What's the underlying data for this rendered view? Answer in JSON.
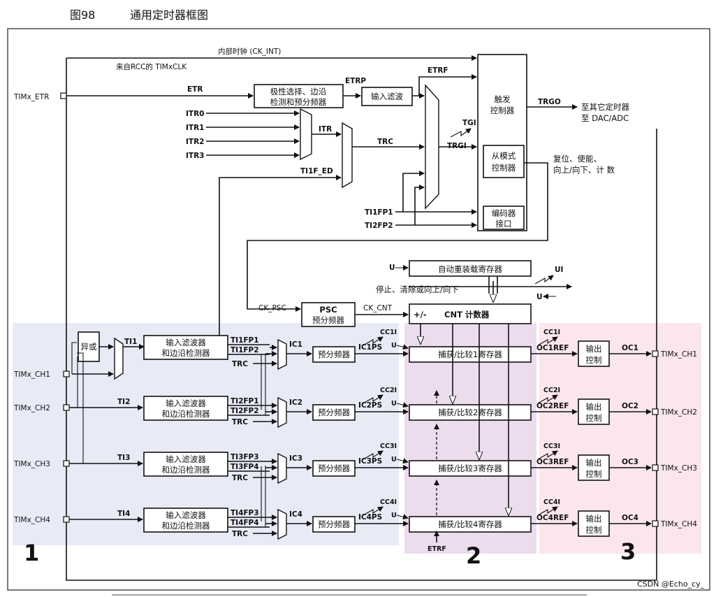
{
  "caption": {
    "fig": "图98",
    "title": "通用定时器框图"
  },
  "labels": {
    "ck_int": "内部时钟 (CK_INT)",
    "rcc": "来自RCC的 TIMxCLK",
    "timx_etr": "TIMx_ETR",
    "etr": "ETR",
    "etrp": "ETRP",
    "etrf": "ETRF",
    "etrf_bottom": "ETRF",
    "polarity_1": "极性选择、边沿",
    "polarity_2": "检测和预分频器",
    "input_filter": "输入滤波",
    "itr0": "ITR0",
    "itr1": "ITR1",
    "itr2": "ITR2",
    "itr3": "ITR3",
    "itr": "ITR",
    "ti1f_ed": "TI1F_ED",
    "trc": "TRC",
    "tgi": "TGI",
    "trgi": "TRGI",
    "ti1fp1": "TI1FP1",
    "ti2fp2": "TI2FP2",
    "trigger_1": "触发",
    "trigger_2": "控制器",
    "trgo": "TRGO",
    "to_other_1": "至其它定时器",
    "to_other_2": "至 DAC/ADC",
    "slave_1": "从模式",
    "slave_2": "控制器",
    "reset_1": "复位、使能、",
    "reset_2": "向上/向下、计 数",
    "enc_1": "编码器",
    "enc_2": "接口",
    "u": "U",
    "arr": "自动重装载寄存器",
    "ui": "UI",
    "stop": "停止、清除或向上/向下",
    "ck_psc": "CK_PSC",
    "psc_1": "PSC",
    "psc_2": "预分频器",
    "ck_cnt": "CK_CNT",
    "cnt_pm": "+/-",
    "cnt": "CNT 计数器",
    "xor": "异或",
    "ti1": "TI1",
    "watermark": "CSDN @Echo_cy_",
    "region_1": "1",
    "region_2": "2",
    "region_3": "3"
  },
  "channels": [
    {
      "pin": "TIMx_CH1",
      "ti": "TI1",
      "filt1": "输入滤波器",
      "filt2": "和边沿检测器",
      "fp_a": "TI1FP1",
      "fp_b": "TI1FP2",
      "trc": "TRC",
      "ic": "IC1",
      "presc": "预分频器",
      "icps": "IC1PS",
      "cci": "CC1I",
      "u": "U",
      "cc": "捕获/比较1寄存器",
      "ccref": "OC1REF",
      "oc_ctrl1": "输出",
      "oc_ctrl2": "控制",
      "oc": "OC1",
      "out": "TIMx_CH1",
      "cci_out": "CC1I"
    },
    {
      "pin": "TIMx_CH2",
      "ti": "TI2",
      "filt1": "输入滤波器",
      "filt2": "和边沿检测器",
      "fp_a": "TI2FP1",
      "fp_b": "TI2FP2",
      "trc": "TRC",
      "ic": "IC2",
      "presc": "预分频器",
      "icps": "IC2PS",
      "cci": "CC2I",
      "u": "U",
      "cc": "捕获/比较2寄存器",
      "ccref": "OC2REF",
      "oc_ctrl1": "输出",
      "oc_ctrl2": "控制",
      "oc": "OC2",
      "out": "TIMx_CH2",
      "cci_out": "CC2I"
    },
    {
      "pin": "TIMx_CH3",
      "ti": "TI3",
      "filt1": "输入滤波器",
      "filt2": "和边沿检测器",
      "fp_a": "TI3FP3",
      "fp_b": "TI3FP4",
      "trc": "TRC",
      "ic": "IC3",
      "presc": "预分频器",
      "icps": "IC3PS",
      "cci": "CC3I",
      "u": "U",
      "cc": "捕获/比较3寄存器",
      "ccref": "OC3REF",
      "oc_ctrl1": "输出",
      "oc_ctrl2": "控制",
      "oc": "OC3",
      "out": "TIMx_CH3",
      "cci_out": "CC3I"
    },
    {
      "pin": "TIMx_CH4",
      "ti": "TI4",
      "filt1": "输入滤波器",
      "filt2": "和边沿检测器",
      "fp_a": "TI4FP3",
      "fp_b": "TI4FP4",
      "trc": "TRC",
      "ic": "IC4",
      "presc": "预分频器",
      "icps": "IC4PS",
      "cci": "CC4I",
      "u": "U",
      "cc": "捕获/比较4寄存器",
      "ccref": "OC4REF",
      "oc_ctrl1": "输出",
      "oc_ctrl2": "控制",
      "oc": "OC4",
      "out": "TIMx_CH4",
      "cci_out": "CC4I"
    }
  ],
  "colors": {
    "region_input": "#e8eaf6",
    "region_capture": "#ecdcee",
    "region_output": "#fbe6ec",
    "region_number": "#e8332f",
    "watermark": "#777777"
  }
}
